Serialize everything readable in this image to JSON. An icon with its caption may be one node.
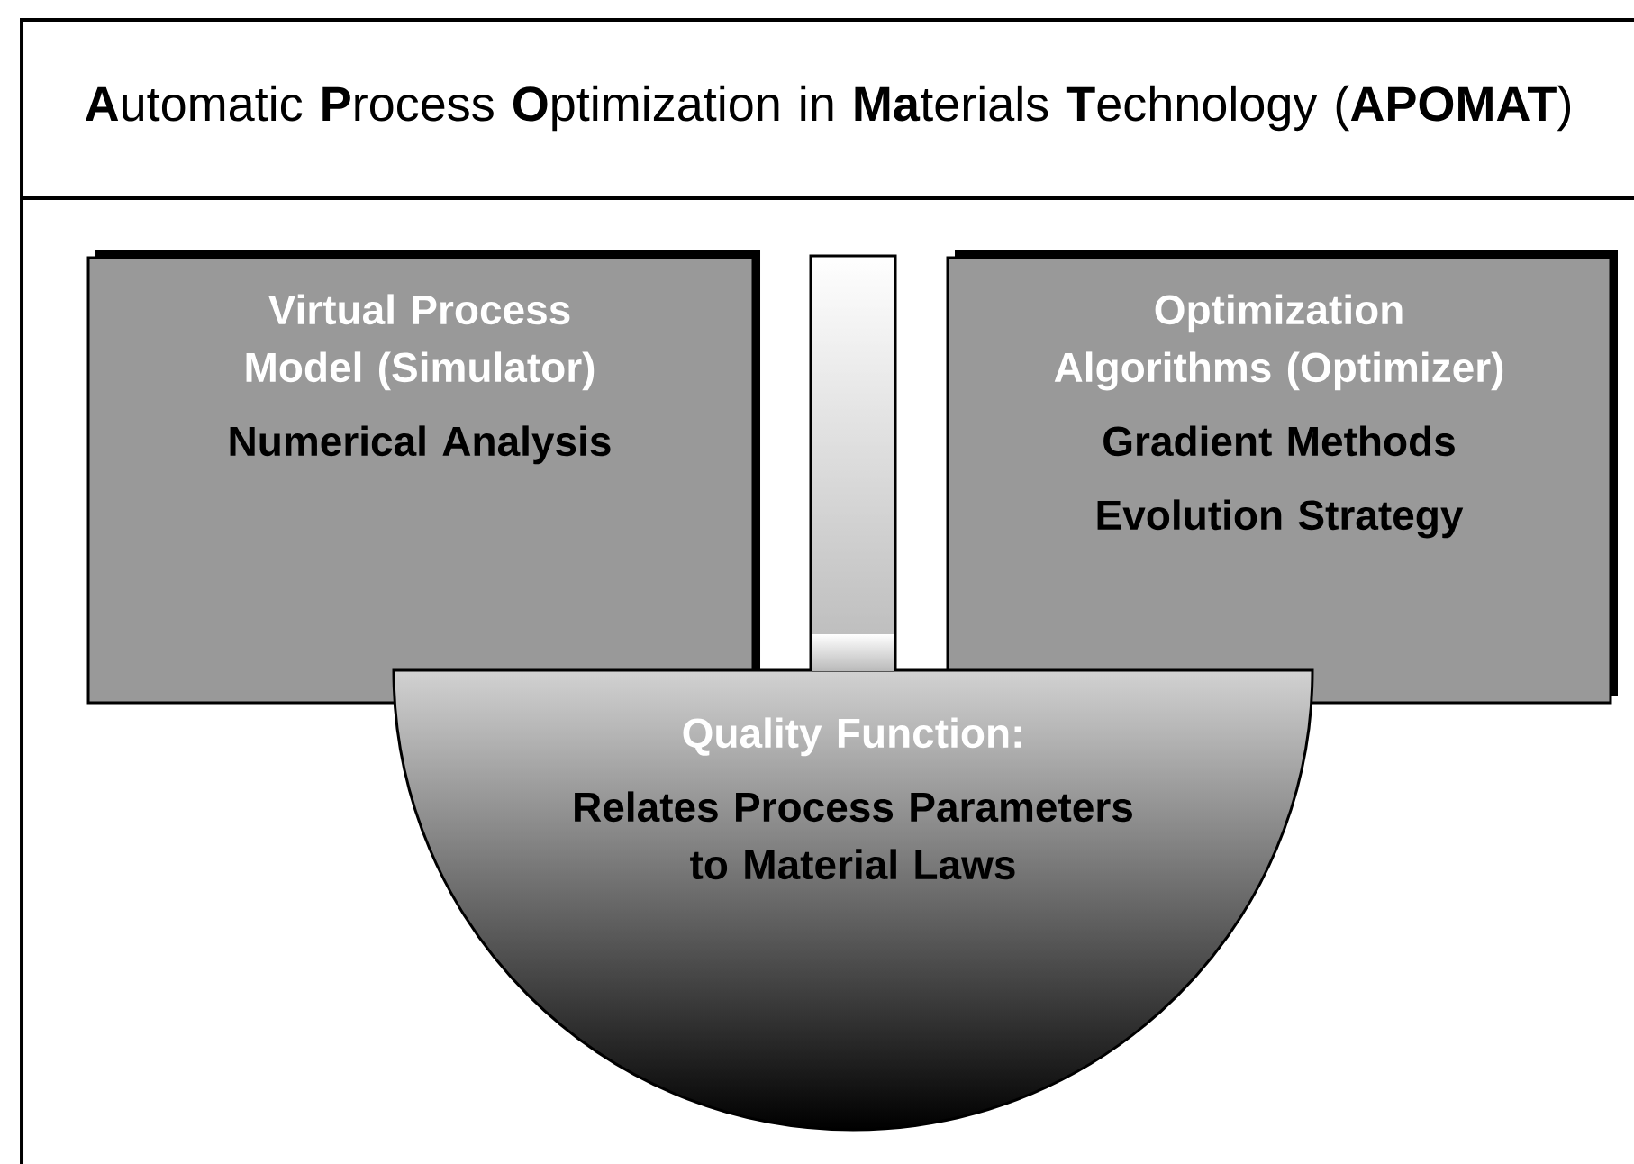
{
  "diagram": {
    "title": "**A**utomatic **P**rocess **O**ptimization in **Ma**terials **T**echnology (**APOMAT**)",
    "nodes": [
      {
        "text": [
          "Virtual Process Model (Simulator)",
          "Numerical Analysis"
        ]
      },
      {
        "text": [
          "Optimization Algorithms (Optimizer)",
          "Gradient Methods",
          "Evolution Strategy"
        ]
      },
      {
        "text": [
          "Quality Function:",
          "Relates Process Parameters to Material Laws"
        ]
      }
    ]
  }
}
